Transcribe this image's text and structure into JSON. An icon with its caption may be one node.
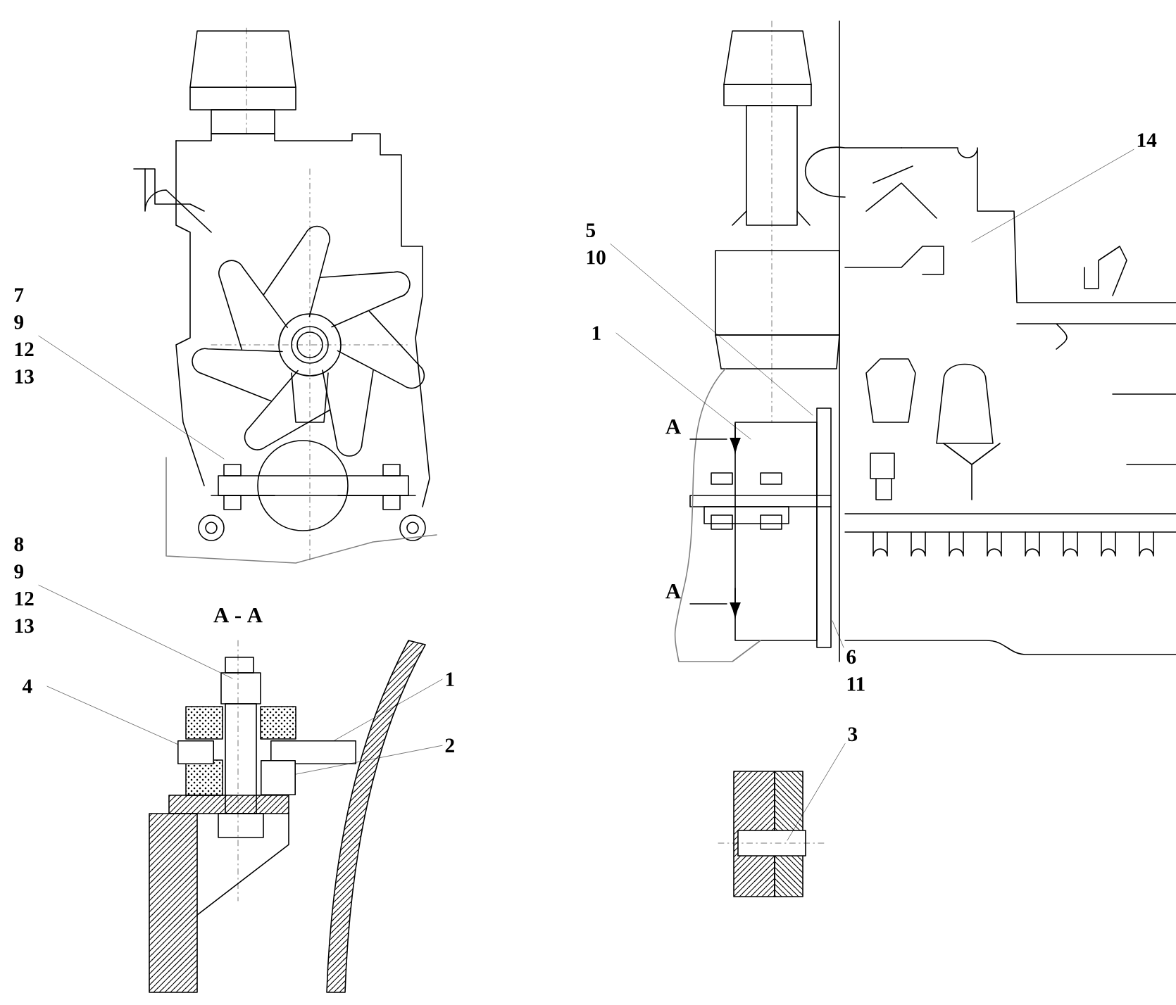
{
  "diagram": {
    "nodes": [
      {
        "text": [
          "7 9 12 13"
        ]
      },
      {
        "text": [
          "8 9 12 13"
        ]
      },
      {
        "text": [
          "4"
        ]
      },
      {
        "text": [
          "1"
        ]
      },
      {
        "text": [
          "2"
        ]
      },
      {
        "text": [
          "5 10"
        ]
      },
      {
        "text": [
          "1"
        ]
      },
      {
        "text": [
          "6 11"
        ]
      },
      {
        "text": [
          "3"
        ]
      },
      {
        "text": [
          "14"
        ]
      },
      {
        "text": [],
        "shape": "box"
      },
      {
        "text": [],
        "shape": "box"
      },
      {
        "text": [],
        "shape": "box"
      }
    ],
    "edges": [
      {
        "from": 0,
        "to": null,
        "arrow": "none"
      },
      {
        "from": 1,
        "to": null,
        "arrow": "none"
      },
      {
        "from": 2,
        "to": 10,
        "arrow": "none"
      },
      {
        "from": 3,
        "to": 11,
        "arrow": "none"
      },
      {
        "from": 4,
        "to": 12,
        "arrow": "none"
      },
      {
        "from": 5,
        "to": null,
        "arrow": "none"
      },
      {
        "from": 6,
        "to": null,
        "arrow": "none"
      },
      {
        "from": 7,
        "to": null,
        "arrow": "none"
      },
      {
        "from": 8,
        "to": null,
        "arrow": "none"
      },
      {
        "from": 9,
        "to": null,
        "arrow": "none"
      }
    ],
    "labels": [
      "A - A",
      "A",
      "A"
    ]
  }
}
